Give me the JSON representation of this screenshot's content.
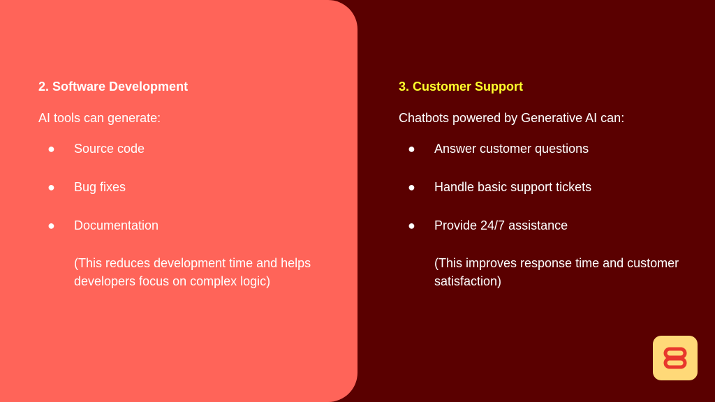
{
  "left": {
    "heading": "2. Software Development",
    "intro": "AI tools can generate:",
    "items": [
      "Source code",
      "Bug fixes",
      "Documentation"
    ],
    "note": "(This reduces development time and helps developers focus on complex logic)"
  },
  "right": {
    "heading": "3. Customer Support",
    "intro": "Chatbots powered by Generative AI can:",
    "items": [
      "Answer customer questions",
      "Handle basic support tickets",
      "Provide 24/7 assistance"
    ],
    "note": "(This improves response time and customer satisfaction)"
  },
  "bullet_glyph": "●",
  "colors": {
    "left_panel": "#ff6459",
    "background": "#5a0000",
    "accent_heading": "#ffff2b",
    "logo_bg": "#ffd978",
    "logo_mark": "#e8372c"
  },
  "logo": {
    "icon": "brand-logo-icon"
  }
}
